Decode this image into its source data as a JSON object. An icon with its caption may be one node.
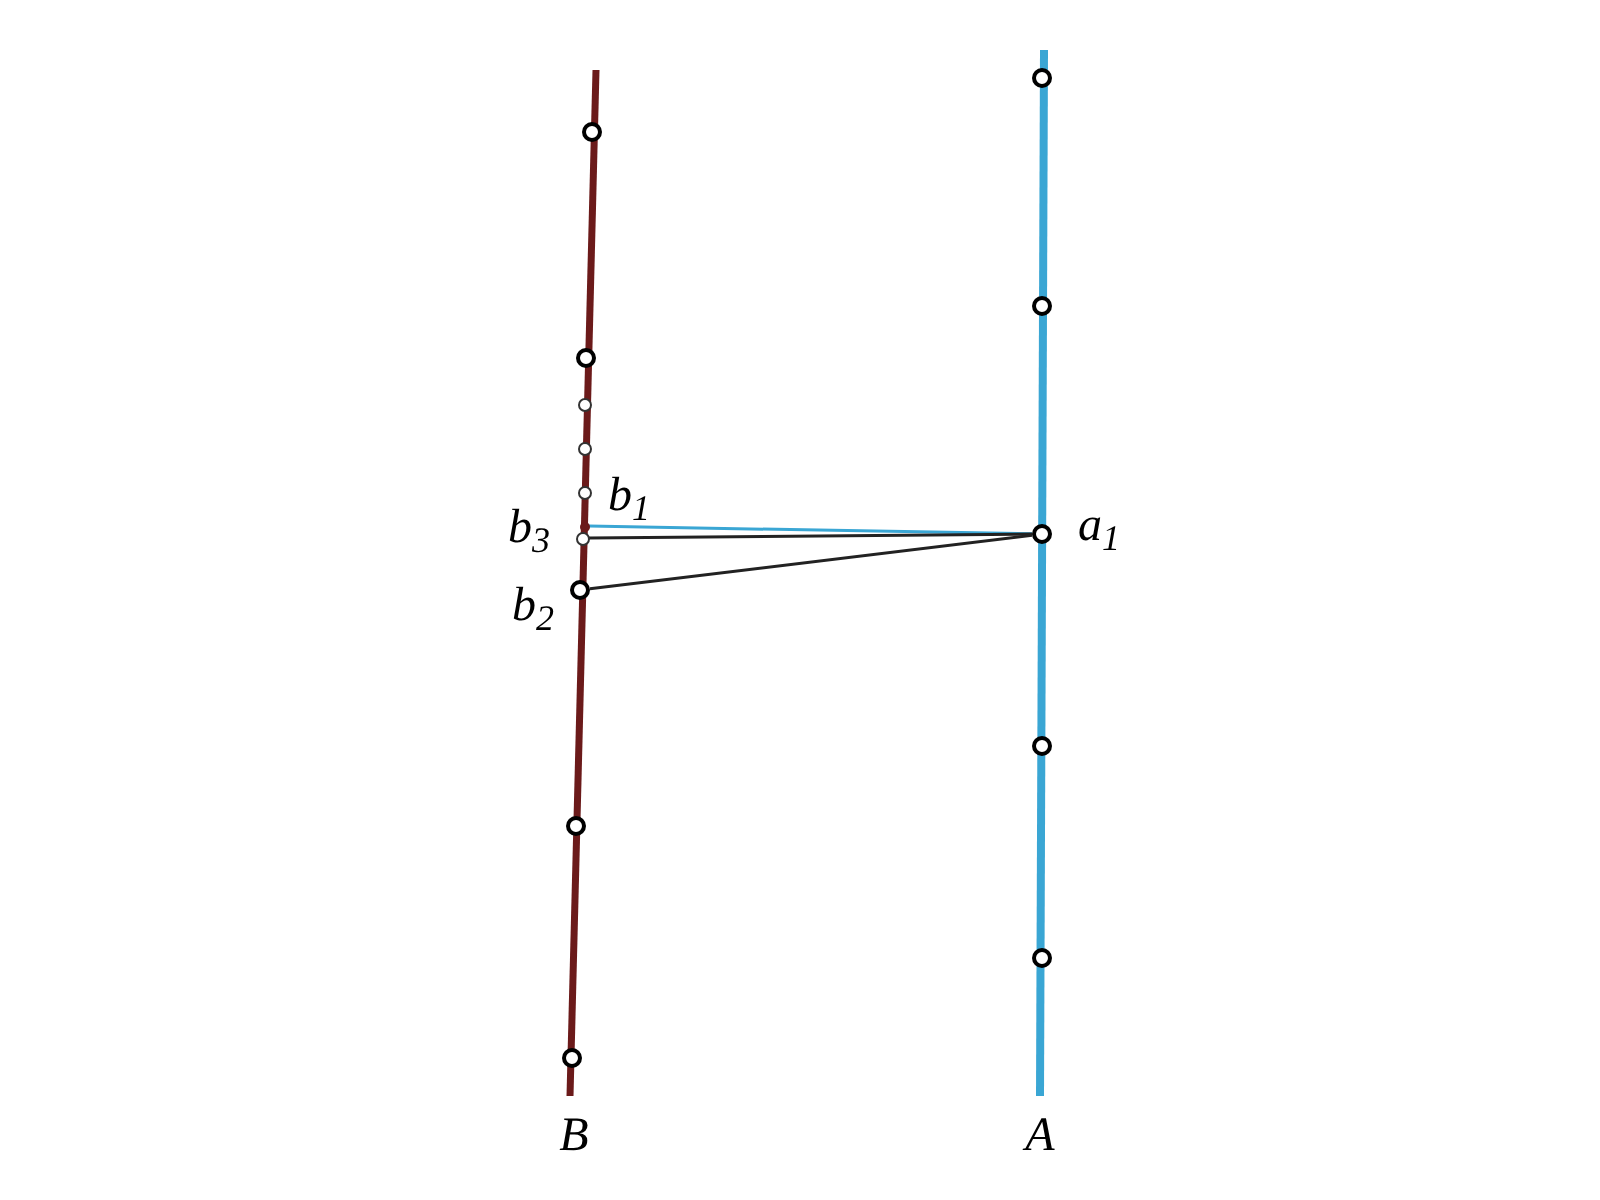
{
  "diagram": {
    "nodes": [
      {
        "text": [],
        "shape": "circle"
      },
      {
        "text": [],
        "shape": "circle"
      },
      {
        "text": [],
        "shape": "circle"
      },
      {
        "text": [],
        "shape": "circle"
      },
      {
        "text": [],
        "shape": "circle"
      },
      {
        "text": [],
        "shape": "point",
        "beside": [
          "b$_{1}$"
        ]
      },
      {
        "text": [],
        "shape": "circle",
        "beside": [
          "b$_{3}$"
        ]
      },
      {
        "text": [],
        "shape": "circle",
        "beside": [
          "b$_{2}$"
        ]
      },
      {
        "text": [],
        "shape": "circle"
      },
      {
        "text": [],
        "shape": "circle"
      },
      {
        "text": [],
        "shape": "circle"
      },
      {
        "text": [],
        "shape": "circle"
      },
      {
        "text": [],
        "shape": "circle",
        "beside": [
          "a$_{1}$"
        ]
      },
      {
        "text": [],
        "shape": "circle"
      },
      {
        "text": [],
        "shape": "circle"
      }
    ],
    "edges": [
      {
        "from": 12,
        "to": 5,
        "arrow": "none",
        "color": "#3aa6d4"
      },
      {
        "from": 12,
        "to": 6,
        "arrow": "none"
      },
      {
        "from": 12,
        "to": 7,
        "arrow": "none"
      }
    ],
    "labels": [
      "B",
      "A"
    ]
  }
}
